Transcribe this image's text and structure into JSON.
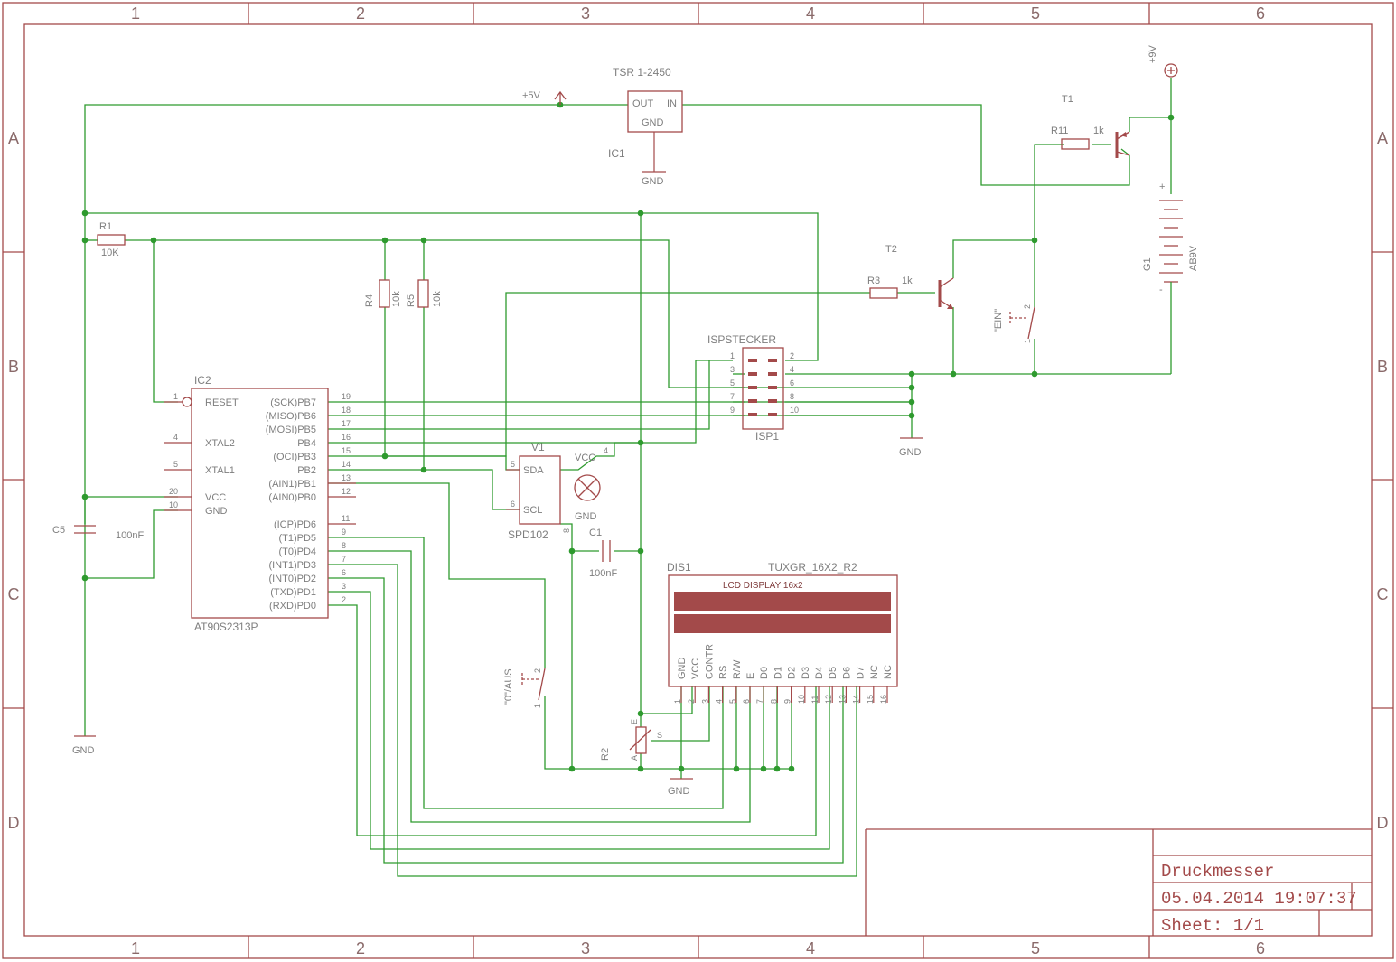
{
  "frame": {
    "columns": [
      "1",
      "2",
      "3",
      "4",
      "5",
      "6"
    ],
    "rows": [
      "A",
      "B",
      "C",
      "D"
    ]
  },
  "title_block": {
    "title": "Druckmesser",
    "datetime": "05.04.2014 19:07:37",
    "sheet": "Sheet: 1/1"
  },
  "power": {
    "plus5v": "+5V",
    "plus9v": "+9V",
    "gnd": "GND"
  },
  "ic1": {
    "name": "IC1",
    "value": "TSR 1-2450",
    "pin_out": "OUT",
    "pin_in": "IN",
    "pin_gnd": "GND"
  },
  "ic2": {
    "name": "IC2",
    "value": "AT90S2313P",
    "left_pins": [
      {
        "num": "1",
        "label": "RESET"
      },
      {
        "num": "4",
        "label": "XTAL2"
      },
      {
        "num": "5",
        "label": "XTAL1"
      },
      {
        "num": "20",
        "label": "VCC"
      },
      {
        "num": "10",
        "label": "GND"
      }
    ],
    "right_pins": [
      {
        "num": "19",
        "label": "(SCK)PB7"
      },
      {
        "num": "18",
        "label": "(MISO)PB6"
      },
      {
        "num": "17",
        "label": "(MOSI)PB5"
      },
      {
        "num": "16",
        "label": "PB4"
      },
      {
        "num": "15",
        "label": "(OCI)PB3"
      },
      {
        "num": "14",
        "label": "PB2"
      },
      {
        "num": "13",
        "label": "(AIN1)PB1"
      },
      {
        "num": "12",
        "label": "(AIN0)PB0"
      },
      {
        "num": "11",
        "label": "(ICP)PD6"
      },
      {
        "num": "9",
        "label": "(T1)PD5"
      },
      {
        "num": "8",
        "label": "(T0)PD4"
      },
      {
        "num": "7",
        "label": "(INT1)PD3"
      },
      {
        "num": "6",
        "label": "(INT0)PD2"
      },
      {
        "num": "3",
        "label": "(TXD)PD1"
      },
      {
        "num": "2",
        "label": "(RXD)PD0"
      }
    ]
  },
  "r1": {
    "name": "R1",
    "value": "10K"
  },
  "r4": {
    "name": "R4",
    "value": "10k"
  },
  "r5": {
    "name": "R5",
    "value": "10k"
  },
  "r3": {
    "name": "R3",
    "value": "1k"
  },
  "r11": {
    "name": "R11",
    "value": "1k"
  },
  "r2": {
    "name": "R2",
    "pin_e": "E",
    "pin_s": "S",
    "pin_a": "A"
  },
  "c5": {
    "name": "C5",
    "value": "100nF"
  },
  "c1": {
    "name": "C1",
    "value": "100nF"
  },
  "t1": {
    "name": "T1"
  },
  "t2": {
    "name": "T2"
  },
  "g1": {
    "name": "G1",
    "value": "AB9V",
    "plus": "+",
    "minus": "-"
  },
  "isp": {
    "name": "ISP1",
    "value": "ISPSTECKER",
    "left_nums": [
      "1",
      "3",
      "5",
      "7",
      "9"
    ],
    "right_nums": [
      "2",
      "4",
      "6",
      "8",
      "10"
    ]
  },
  "v1": {
    "name": "V1",
    "value": "SPD102",
    "sda": "SDA",
    "scl": "SCL",
    "vcc": "VCC",
    "gnd": "GND",
    "pin5": "5",
    "pin6": "6",
    "pin4": "4",
    "pin8": "8"
  },
  "sw_ein": {
    "label": "\"EIN\"",
    "p1": "1",
    "p2": "2"
  },
  "sw_aus": {
    "label": "\"0\"/AUS",
    "p1": "1",
    "p2": "2"
  },
  "lcd": {
    "name": "DIS1",
    "value": "TUXGR_16X2_R2",
    "display_text": "LCD DISPLAY 16x2",
    "pins": [
      {
        "num": "1",
        "label": "GND"
      },
      {
        "num": "2",
        "label": "VCC"
      },
      {
        "num": "3",
        "label": "CONTR"
      },
      {
        "num": "4",
        "label": "RS"
      },
      {
        "num": "5",
        "label": "R/W"
      },
      {
        "num": "6",
        "label": "E"
      },
      {
        "num": "7",
        "label": "D0"
      },
      {
        "num": "8",
        "label": "D1"
      },
      {
        "num": "9",
        "label": "D2"
      },
      {
        "num": "10",
        "label": "D3"
      },
      {
        "num": "11",
        "label": "D4"
      },
      {
        "num": "12",
        "label": "D5"
      },
      {
        "num": "13",
        "label": "D6"
      },
      {
        "num": "14",
        "label": "D7"
      },
      {
        "num": "15",
        "label": "NC"
      },
      {
        "num": "16",
        "label": "NC"
      }
    ]
  }
}
